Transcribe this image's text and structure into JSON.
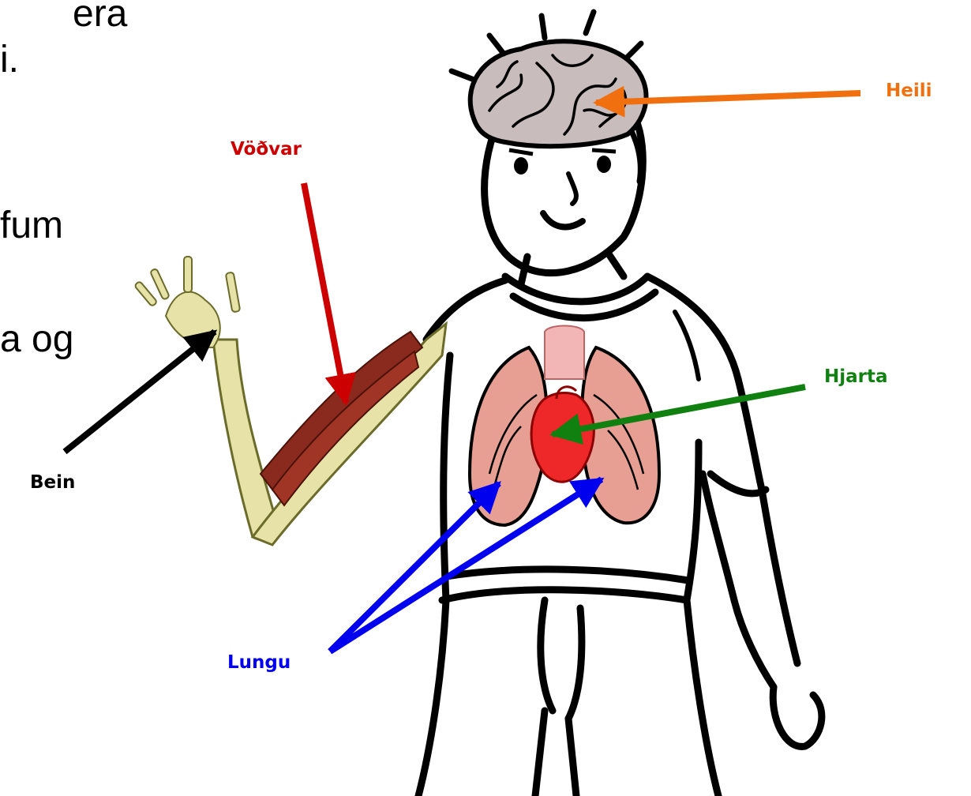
{
  "slide_text": [
    "era",
    "i.",
    "fum",
    "a og"
  ],
  "labels": {
    "heili": "Heili",
    "vodvar": "Vöðvar",
    "hjarta": "Hjarta",
    "bein": "Bein",
    "lungu": "Lungu"
  },
  "colors": {
    "heili": "#f07010",
    "vodvar": "#cc0000",
    "hjarta": "#108010",
    "bein": "#000000",
    "lungu": "#0000ee"
  }
}
